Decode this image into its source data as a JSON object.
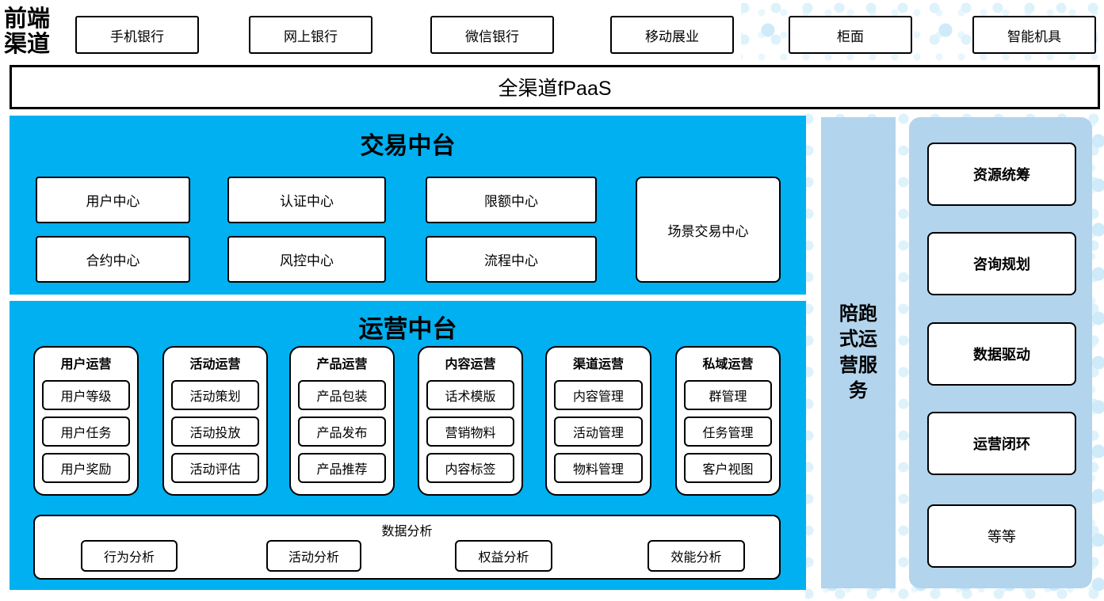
{
  "front_channels": {
    "label": "前端渠道",
    "items": [
      "手机银行",
      "网上银行",
      "微信银行",
      "移动展业",
      "柜面",
      "智能机具"
    ]
  },
  "fpaas_bar": {
    "label": "全渠道fPaaS"
  },
  "transaction_platform": {
    "title": "交易中台",
    "centers": [
      "用户中心",
      "认证中心",
      "限额中心",
      "合约中心",
      "风控中心",
      "流程中心"
    ],
    "scenario_center": "场景交易中心"
  },
  "operations_platform": {
    "title": "运营中台",
    "columns": [
      {
        "label": "用户运营",
        "items": [
          "用户等级",
          "用户任务",
          "用户奖励"
        ]
      },
      {
        "label": "活动运营",
        "items": [
          "活动策划",
          "活动投放",
          "活动评估"
        ]
      },
      {
        "label": "产品运营",
        "items": [
          "产品包装",
          "产品发布",
          "产品推荐"
        ]
      },
      {
        "label": "内容运营",
        "items": [
          "话术模版",
          "营销物料",
          "内容标签"
        ]
      },
      {
        "label": "渠道运营",
        "items": [
          "内容管理",
          "活动管理",
          "物料管理"
        ]
      },
      {
        "label": "私域运营",
        "items": [
          "群管理",
          "任务管理",
          "客户视图"
        ]
      }
    ],
    "data_analysis": {
      "label": "数据分析",
      "items": [
        "行为分析",
        "活动分析",
        "权益分析",
        "效能分析"
      ]
    }
  },
  "side_service": {
    "label": "陪跑式运营服务"
  },
  "right_panel": {
    "items": [
      "资源统筹",
      "咨询规划",
      "数据驱动",
      "运营闭环",
      "等等"
    ]
  },
  "colors": {
    "primary_blue": "#00B0F0",
    "panel_light_blue": "#B3D4ED",
    "dot_blue": "#D9EFFA",
    "border": "#000000"
  }
}
